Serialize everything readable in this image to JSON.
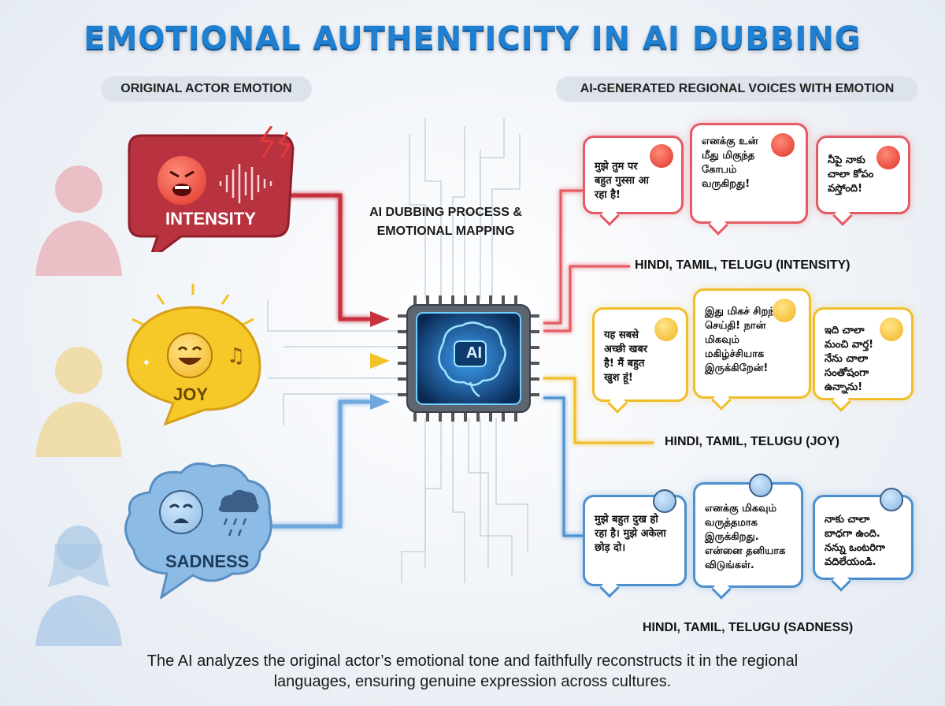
{
  "title": "EMOTIONAL AUTHENTICITY IN AI DUBBING",
  "left_header": "ORIGINAL ACTOR EMOTION",
  "right_header": "AI-GENERATED REGIONAL VOICES WITH EMOTION",
  "center": {
    "label": "AI DUBBING PROCESS & EMOTIONAL MAPPING",
    "chip_text": "AI"
  },
  "emotions": [
    {
      "label": "INTENSITY",
      "color": "#b8323f"
    },
    {
      "label": "JOY",
      "color": "#f4c22b"
    },
    {
      "label": "SADNESS",
      "color": "#7fb3e3"
    }
  ],
  "intensity": {
    "group_label": "HINDI, TAMIL, TELUGU (INTENSITY)",
    "bubbles": [
      "मुझे तुम पर बहुत गुस्सा आ रहा है!",
      "எனக்கு உன் மீது மிகுந்த கோபம் வருகிறது!",
      "నీపై నాకు చాలా కోపం వస్తోంది!"
    ]
  },
  "joy": {
    "group_label": "HINDI, TAMIL, TELUGU (JOY)",
    "bubbles": [
      "यह सबसे अच्छी खबर है! मैं बहुत खुश हूं!",
      "இது மிகச் சிறந்த செய்தி! நான் மிகவும் மகிழ்ச்சியாக இருக்கிறேன்!",
      "ఇది చాలా మంచి వార్త! నేను చాలా సంతోషంగా ఉన్నాను!"
    ]
  },
  "sadness": {
    "group_label": "HINDI, TAMIL, TELUGU (SADNESS)",
    "bubbles": [
      "मुझे बहुत दुख हो रहा है। मुझे अकेला छोड़ दो।",
      "எனக்கு மிகவும் வருத்தமாக இருக்கிறது. என்னை தனியாக விடுங்கள்.",
      "నాకు చాలా బాధగా ఉంది. నన్ను ఒంటరిగా వదిలేయండి."
    ]
  },
  "footer": "The AI analyzes the original actor’s emotional tone and faithfully reconstructs it in the regional languages, ensuring genuine expression across cultures."
}
